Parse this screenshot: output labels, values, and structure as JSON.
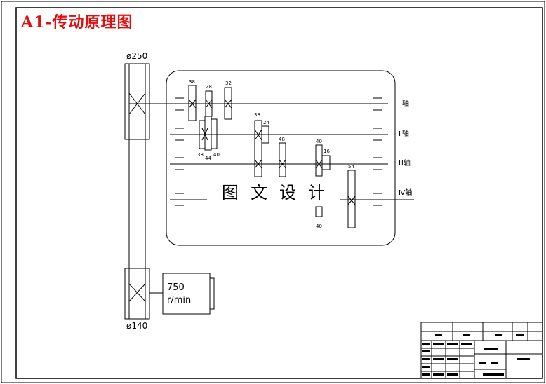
{
  "title": "A1-传动原理图",
  "pulley_top_label": "ø250",
  "pulley_bottom_label": "ø140",
  "motor_speed": "750",
  "motor_unit": "r/min",
  "watermark": [
    "图",
    "文",
    "设",
    "计"
  ],
  "shafts": [
    "Ⅰ轴",
    "Ⅱ轴",
    "Ⅲ轴",
    "Ⅳ轴"
  ],
  "gear_labels": {
    "g1": "38",
    "g2": "28",
    "g3": "32",
    "g4": "38",
    "g5": "44",
    "g6": "40",
    "g7": "38",
    "g8": "24",
    "g9": "48",
    "g10": "40",
    "g11": "16",
    "g12": "54",
    "g13": "40"
  },
  "colors": {
    "title": "#e01010",
    "line": "#000000"
  }
}
